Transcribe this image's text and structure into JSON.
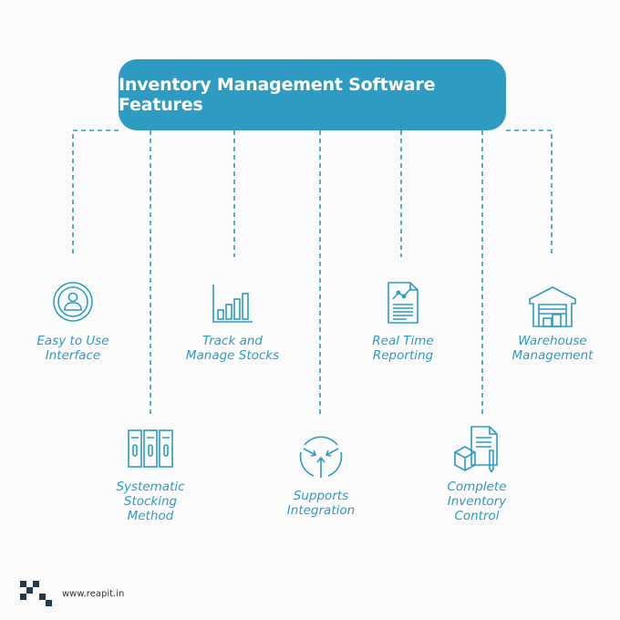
{
  "title": "Inventory Management Software Features",
  "colors": {
    "accent": "#2e9bc2",
    "dark": "#1f3b4d"
  },
  "features": [
    {
      "label": "Easy to Use\nInterface",
      "icon": "user-circle-icon"
    },
    {
      "label": "Track and\nManage Stocks",
      "icon": "bar-chart-icon"
    },
    {
      "label": "Real Time\nReporting",
      "icon": "report-icon"
    },
    {
      "label": "Warehouse\nManagement",
      "icon": "warehouse-icon"
    },
    {
      "label": "Systematic\nStocking\nMethod",
      "icon": "binders-icon"
    },
    {
      "label": "Supports\nIntegration",
      "icon": "integration-icon"
    },
    {
      "label": "Complete\nInventory\nControl",
      "icon": "inventory-control-icon"
    }
  ],
  "footer": {
    "url": "www.reapit.in",
    "logo": "reapit-logo-icon"
  }
}
